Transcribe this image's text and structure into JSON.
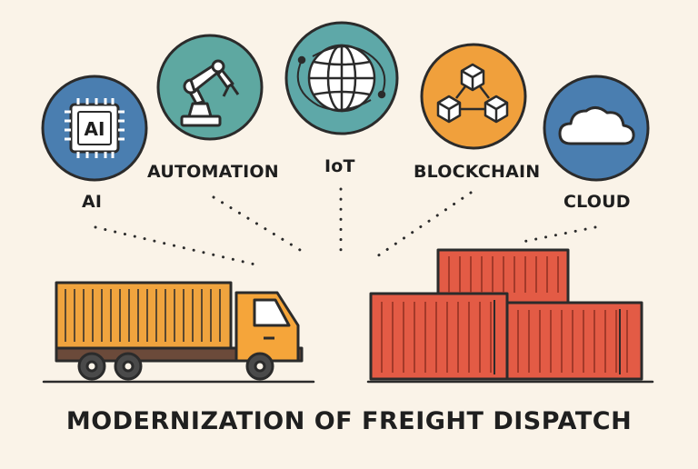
{
  "title": "MODERNIZATION OF FREIGHT DISPATCH",
  "technologies": [
    {
      "label": "AI",
      "icon": "ai-chip-icon",
      "color": "#4a7eb0"
    },
    {
      "label": "AUTOMATION",
      "icon": "robotic-arm-icon",
      "color": "#5ea8a1"
    },
    {
      "label": "IoT",
      "icon": "globe-icon",
      "color": "#5ea8a8"
    },
    {
      "label": "BLOCKCHAIN",
      "icon": "blocks-icon",
      "color": "#f0a03c"
    },
    {
      "label": "CLOUD",
      "icon": "cloud-icon",
      "color": "#4a7eb0"
    }
  ],
  "colors": {
    "background": "#faf3e8",
    "outline": "#2b2b2b",
    "truck_container": "#f0a43e",
    "truck_cab": "#f5a53a",
    "truck_chassis": "#6b4a3a",
    "shipping_containers": "#e35b45"
  }
}
